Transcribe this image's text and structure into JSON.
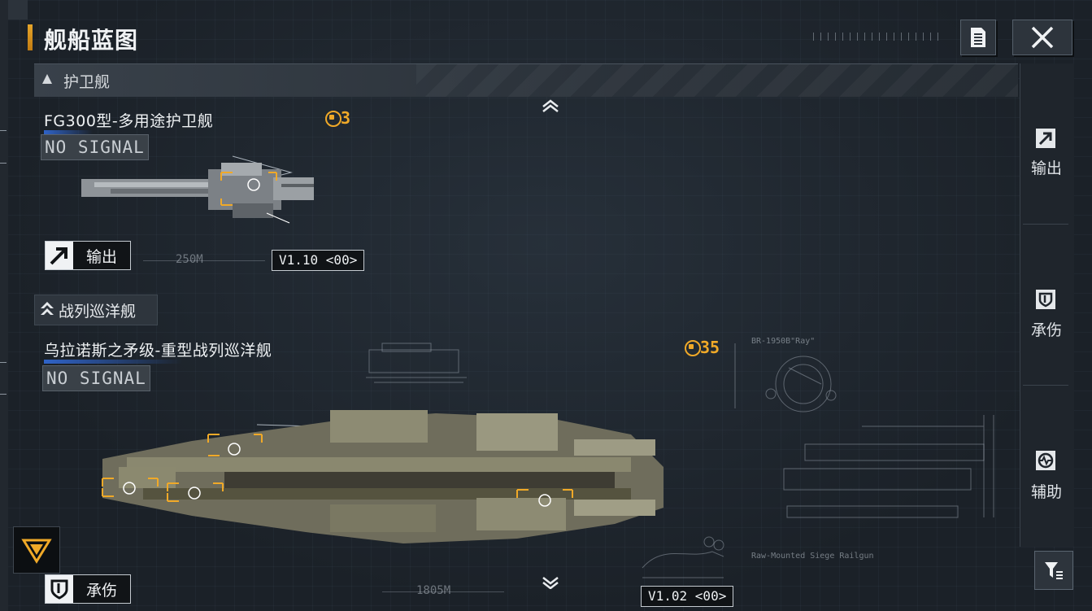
{
  "header": {
    "title": "舰船蓝图"
  },
  "category": {
    "label": "护卫舰"
  },
  "subcategory": {
    "label": "战列巡洋舰"
  },
  "ships": [
    {
      "name": "FG300型-多用途护卫舰",
      "status": "NO SIGNAL",
      "cost": "3",
      "role": "输出",
      "scale": "250M",
      "version": "V1.10 <00>"
    },
    {
      "name": "乌拉诺斯之矛级-重型战列巡洋舰",
      "status": "NO SIGNAL",
      "cost": "35",
      "role": "承伤",
      "scale": "1805M",
      "version": "V1.02 <00>",
      "blueprint_labels": {
        "code": "BR-1950B\"Ray\"",
        "weapon": "Raw-Mounted Siege Railgun"
      }
    }
  ],
  "side_filters": [
    {
      "label": "输出",
      "icon": "arrow-up-right-icon"
    },
    {
      "label": "承伤",
      "icon": "shield-icon"
    },
    {
      "label": "辅助",
      "icon": "support-icon"
    }
  ],
  "colors": {
    "accent": "#f0a928",
    "highlight": "#2f63c8",
    "background": "#1b2128"
  }
}
